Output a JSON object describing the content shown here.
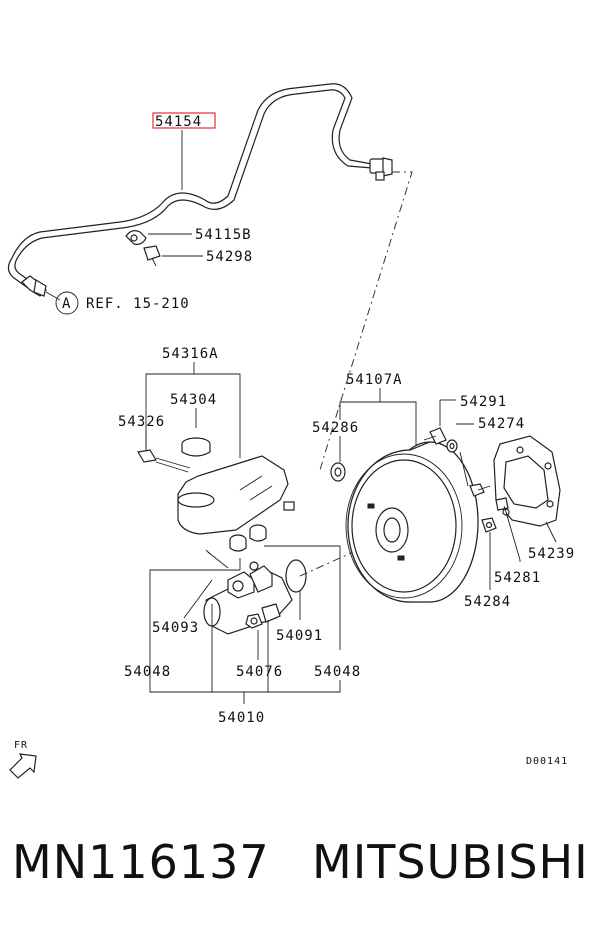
{
  "labels": {
    "p54154": "54154",
    "p54115B": "54115B",
    "p54298": "54298",
    "refA": "A",
    "ref": "REF. 15-210",
    "p54316A": "54316A",
    "p54304": "54304",
    "p54326": "54326",
    "p54107A": "54107A",
    "p54286": "54286",
    "p54291": "54291",
    "p54274": "54274",
    "p54239": "54239",
    "p54281": "54281",
    "p54284": "54284",
    "p54093": "54093",
    "p54091": "54091",
    "p54048_left": "54048",
    "p54076": "54076",
    "p54048_right": "54048",
    "p54010": "54010",
    "fr": "FR",
    "code": "D00141"
  },
  "highlight_color": "#e03030",
  "footer": {
    "part_number": "MN116137",
    "brand": "MITSUBISHI"
  }
}
